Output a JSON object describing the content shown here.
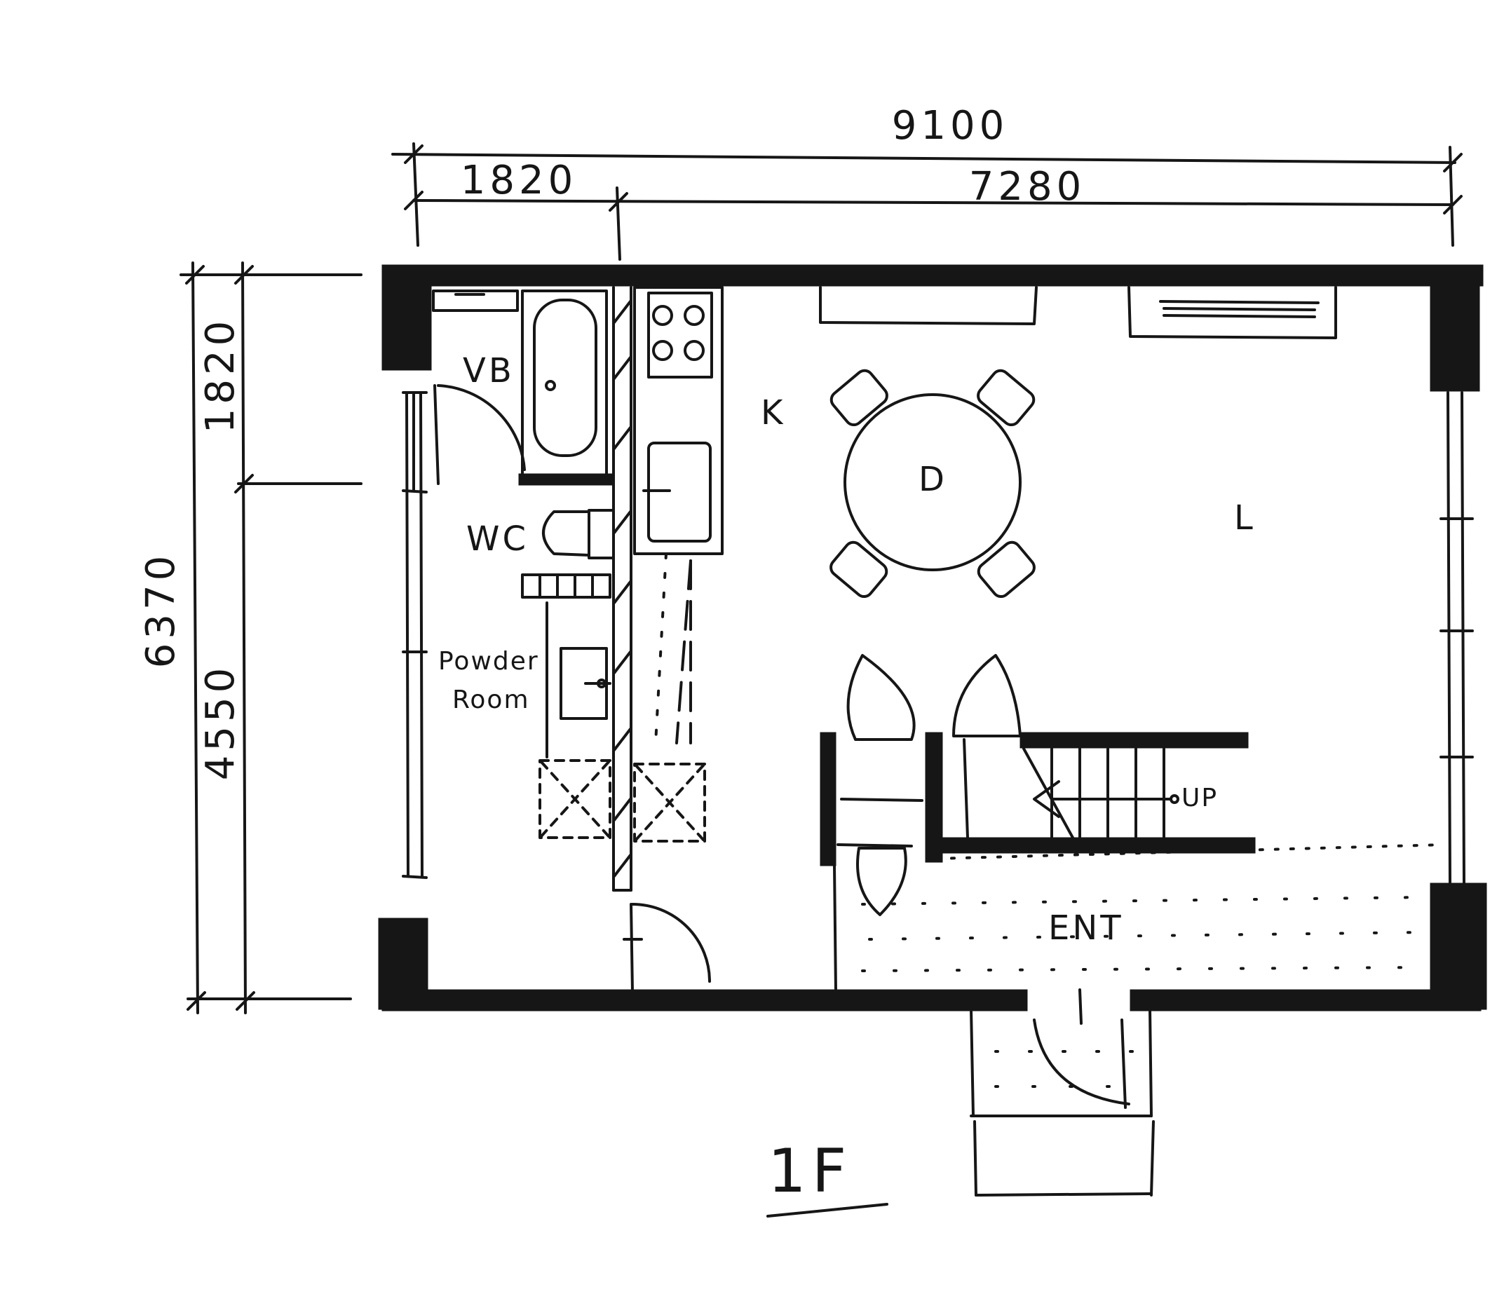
{
  "dimensions": {
    "total_width": "9100",
    "left_width": "1820",
    "right_width": "7280",
    "total_depth": "6370",
    "upper_depth": "1820",
    "lower_depth": "4550"
  },
  "rooms": {
    "wash_basin": "VB",
    "kitchen": "K",
    "dining": "D",
    "living": "L",
    "toilet": "WC",
    "powder_room_line1": "Powder",
    "powder_room_line2": "Room",
    "entrance": "ENT",
    "stair_direction": "UP"
  },
  "floor_label": "1F",
  "colors": {
    "ink": "#161616",
    "paper": "#ffffff"
  }
}
